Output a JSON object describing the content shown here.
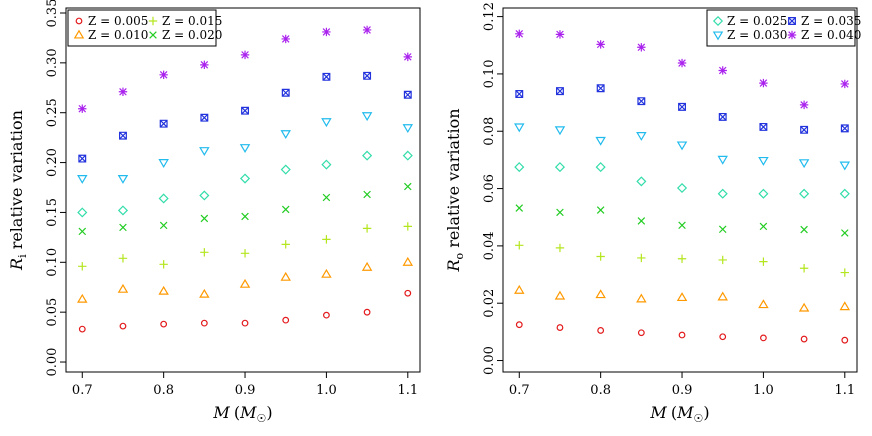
{
  "chart_data": [
    {
      "type": "scatter",
      "id": "left",
      "x": [
        0.7,
        0.75,
        0.8,
        0.85,
        0.9,
        0.95,
        1.0,
        1.05,
        1.1
      ],
      "xlim": [
        0.68,
        1.115
      ],
      "ylim": [
        -0.01,
        0.355
      ],
      "xticks": [
        "0.7",
        "0.8",
        "0.9",
        "1.0",
        "1.1"
      ],
      "xtick_values": [
        0.7,
        0.8,
        0.9,
        1.0,
        1.1
      ],
      "yticks": [
        "0.00",
        "0.05",
        "0.10",
        "0.15",
        "0.20",
        "0.25",
        "0.30",
        "0.35"
      ],
      "ytick_values": [
        0.0,
        0.05,
        0.1,
        0.15,
        0.2,
        0.25,
        0.3,
        0.35
      ],
      "xlabel_main": "M",
      "xlabel_paren_open": "(",
      "xlabel_M": "M",
      "xlabel_sub": "☉",
      "xlabel_paren_close": ")",
      "ylabel_main": "R",
      "ylabel_sub": "i",
      "ylabel_rest": " relative variation",
      "legend_position": "top-left",
      "grid": false,
      "series": [
        {
          "name": "Z = 0.005",
          "marker": "circle",
          "color": "#e31a1c",
          "values": [
            0.033,
            0.036,
            0.038,
            0.039,
            0.039,
            0.042,
            0.047,
            0.05,
            0.069
          ]
        },
        {
          "name": "Z = 0.010",
          "marker": "triangle",
          "color": "#ff9900",
          "values": [
            0.063,
            0.073,
            0.071,
            0.068,
            0.078,
            0.085,
            0.088,
            0.095,
            0.1
          ]
        },
        {
          "name": "Z = 0.015",
          "marker": "plus",
          "color": "#b4e61e",
          "values": [
            0.096,
            0.104,
            0.098,
            0.11,
            0.109,
            0.118,
            0.123,
            0.134,
            0.136
          ]
        },
        {
          "name": "Z = 0.020",
          "marker": "cross",
          "color": "#22cc22",
          "values": [
            0.131,
            0.135,
            0.137,
            0.144,
            0.146,
            0.153,
            0.165,
            0.168,
            0.176
          ]
        },
        {
          "name": "Z = 0.025",
          "marker": "diamond",
          "color": "#33ddaa",
          "values": [
            0.15,
            0.152,
            0.164,
            0.167,
            0.184,
            0.193,
            0.198,
            0.207,
            0.207
          ]
        },
        {
          "name": "Z = 0.030",
          "marker": "triangle-down",
          "color": "#22bbee",
          "values": [
            0.184,
            0.184,
            0.2,
            0.212,
            0.215,
            0.229,
            0.241,
            0.247,
            0.235
          ]
        },
        {
          "name": "Z = 0.035",
          "marker": "square-x",
          "color": "#2233dd",
          "values": [
            0.204,
            0.227,
            0.239,
            0.245,
            0.252,
            0.27,
            0.286,
            0.287,
            0.268
          ]
        },
        {
          "name": "Z = 0.040",
          "marker": "asterisk",
          "color": "#aa22ee",
          "values": [
            0.254,
            0.271,
            0.288,
            0.298,
            0.308,
            0.324,
            0.331,
            0.333,
            0.306
          ]
        }
      ],
      "legend_series": [
        0,
        1,
        2,
        3
      ]
    },
    {
      "type": "scatter",
      "id": "right",
      "x": [
        0.7,
        0.75,
        0.8,
        0.85,
        0.9,
        0.95,
        1.0,
        1.05,
        1.1
      ],
      "xlim": [
        0.68,
        1.115
      ],
      "ylim": [
        -0.004,
        0.123
      ],
      "xticks": [
        "0.7",
        "0.8",
        "0.9",
        "1.0",
        "1.1"
      ],
      "xtick_values": [
        0.7,
        0.8,
        0.9,
        1.0,
        1.1
      ],
      "yticks": [
        "0.00",
        "0.02",
        "0.04",
        "0.06",
        "0.08",
        "0.10",
        "0.12"
      ],
      "ytick_values": [
        0.0,
        0.02,
        0.04,
        0.06,
        0.08,
        0.1,
        0.12
      ],
      "xlabel_main": "M",
      "xlabel_paren_open": "(",
      "xlabel_M": "M",
      "xlabel_sub": "☉",
      "xlabel_paren_close": ")",
      "ylabel_main": "R",
      "ylabel_sub": "o",
      "ylabel_rest": " relative variation",
      "legend_position": "top-right",
      "grid": false,
      "series": [
        {
          "name": "Z = 0.005",
          "marker": "circle",
          "color": "#e31a1c",
          "values": [
            0.0125,
            0.0115,
            0.0105,
            0.0097,
            0.0089,
            0.0083,
            0.0079,
            0.0075,
            0.0071
          ]
        },
        {
          "name": "Z = 0.010",
          "marker": "triangle",
          "color": "#ff9900",
          "values": [
            0.0245,
            0.0225,
            0.023,
            0.0215,
            0.022,
            0.0222,
            0.0195,
            0.0183,
            0.0188
          ]
        },
        {
          "name": "Z = 0.015",
          "marker": "plus",
          "color": "#b4e61e",
          "values": [
            0.0402,
            0.0393,
            0.0363,
            0.0358,
            0.0355,
            0.0351,
            0.0345,
            0.0322,
            0.0307
          ]
        },
        {
          "name": "Z = 0.020",
          "marker": "cross",
          "color": "#22cc22",
          "values": [
            0.0532,
            0.0517,
            0.0525,
            0.0487,
            0.0472,
            0.0458,
            0.0468,
            0.0457,
            0.0445
          ]
        },
        {
          "name": "Z = 0.025",
          "marker": "diamond",
          "color": "#33ddaa",
          "values": [
            0.0675,
            0.0675,
            0.0675,
            0.0625,
            0.0602,
            0.0582,
            0.0582,
            0.0582,
            0.0582
          ]
        },
        {
          "name": "Z = 0.030",
          "marker": "triangle-down",
          "color": "#22bbee",
          "values": [
            0.0815,
            0.0805,
            0.0768,
            0.0785,
            0.0752,
            0.0702,
            0.0698,
            0.069,
            0.0682
          ]
        },
        {
          "name": "Z = 0.035",
          "marker": "square-x",
          "color": "#2233dd",
          "values": [
            0.093,
            0.094,
            0.095,
            0.0905,
            0.0885,
            0.085,
            0.0815,
            0.0805,
            0.081
          ]
        },
        {
          "name": "Z = 0.040",
          "marker": "asterisk",
          "color": "#aa22ee",
          "values": [
            0.114,
            0.1138,
            0.1103,
            0.1093,
            0.1038,
            0.1012,
            0.0968,
            0.0892,
            0.0965
          ]
        }
      ],
      "legend_series": [
        4,
        5,
        6,
        7
      ]
    }
  ]
}
